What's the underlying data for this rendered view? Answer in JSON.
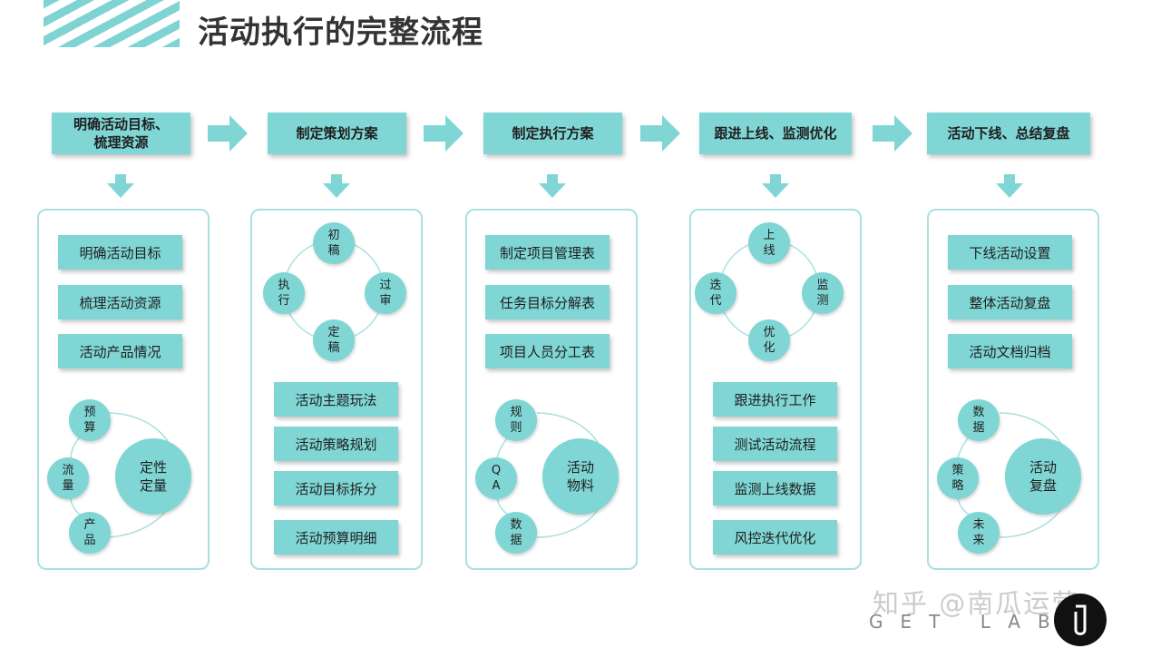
{
  "title": "活动执行的完整流程",
  "colors": {
    "accent": "#7fd6d4",
    "border": "#a9e0df",
    "text": "#1f1f1f"
  },
  "steps": [
    {
      "label": "明确活动目标、\n梳理资源",
      "items": [
        "明确活动目标",
        "梳理活动资源",
        "活动产品情况"
      ],
      "cycle": {
        "nodes": [
          "预\n算",
          "流\n量",
          "产\n品"
        ],
        "center": "定性\n定量"
      }
    },
    {
      "label": "制定策划方案",
      "ring": [
        "初\n稿",
        "过\n审",
        "定\n稿",
        "执\n行"
      ],
      "items": [
        "活动主题玩法",
        "活动策略规划",
        "活动目标拆分",
        "活动预算明细"
      ]
    },
    {
      "label": "制定执行方案",
      "items": [
        "制定项目管理表",
        "任务目标分解表",
        "项目人员分工表"
      ],
      "cycle": {
        "nodes": [
          "规\n则",
          "Q\nA",
          "数\n据"
        ],
        "center": "活动\n物料"
      }
    },
    {
      "label": "跟进上线、监测优化",
      "ring": [
        "上\n线",
        "监\n测",
        "优\n化",
        "迭\n代"
      ],
      "items": [
        "跟进执行工作",
        "测试活动流程",
        "监测上线数据",
        "风控迭代优化"
      ]
    },
    {
      "label": "活动下线、总结复盘",
      "items": [
        "下线活动设置",
        "整体活动复盘",
        "活动文档归档"
      ],
      "cycle": {
        "nodes": [
          "数\n据",
          "策\n略",
          "未\n来"
        ],
        "center": "活动\n复盘"
      }
    }
  ],
  "watermark": {
    "main": "知乎 @南瓜运营",
    "sub": "GET LAB"
  }
}
